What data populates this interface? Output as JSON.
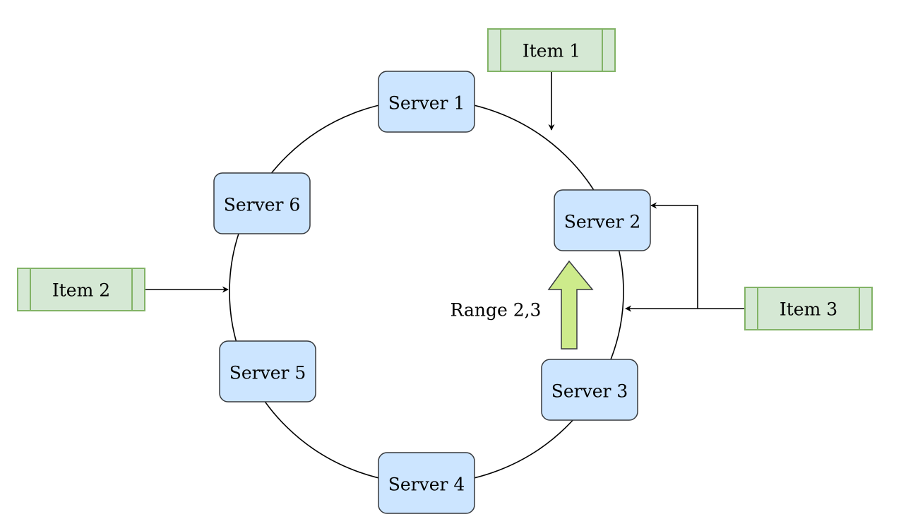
{
  "servers": [
    {
      "label": "Server 1"
    },
    {
      "label": "Server 2"
    },
    {
      "label": "Server 3"
    },
    {
      "label": "Server 4"
    },
    {
      "label": "Server 5"
    },
    {
      "label": "Server 6"
    }
  ],
  "items": [
    {
      "label": "Item 1"
    },
    {
      "label": "Item 2"
    },
    {
      "label": "Item 3"
    }
  ],
  "range": {
    "label": "Range 2,3"
  },
  "colors": {
    "server_fill": "#cce5ff",
    "server_stroke": "#36393d",
    "item_fill": "#d5e8d4",
    "item_stroke": "#82b366",
    "range_arrow_fill": "#cdeb8b"
  }
}
